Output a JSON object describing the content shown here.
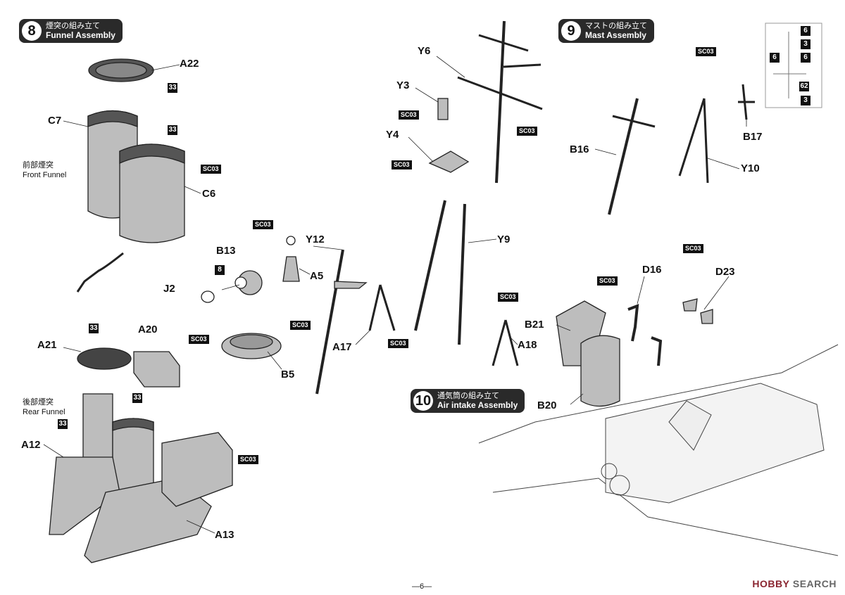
{
  "steps": [
    {
      "num": "8",
      "jp": "煙突の組み立て",
      "en": "Funnel Assembly"
    },
    {
      "num": "9",
      "jp": "マストの組み立て",
      "en": "Mast Assembly"
    },
    {
      "num": "10",
      "jp": "通気筒の組み立て",
      "en": "Air intake Assembly"
    }
  ],
  "notes": {
    "front_funnel_jp": "前部煙突",
    "front_funnel_en": "Front Funnel",
    "rear_funnel_jp": "後部煙突",
    "rear_funnel_en": "Rear Funnel"
  },
  "parts": [
    "A22",
    "C7",
    "C6",
    "B13",
    "J2",
    "A5",
    "B5",
    "A21",
    "A20",
    "A12",
    "A13",
    "Y6",
    "Y3",
    "Y4",
    "Y12",
    "Y9",
    "A17",
    "A18",
    "B16",
    "B17",
    "Y10",
    "B21",
    "D16",
    "D23",
    "B20"
  ],
  "sc": "SC03",
  "colors": [
    "33",
    "8",
    "6",
    "3",
    "6",
    "6",
    "62",
    "3"
  ],
  "page_number": "—6—",
  "watermark": {
    "brand": "HOBBY",
    "rest": "SEARCH"
  }
}
